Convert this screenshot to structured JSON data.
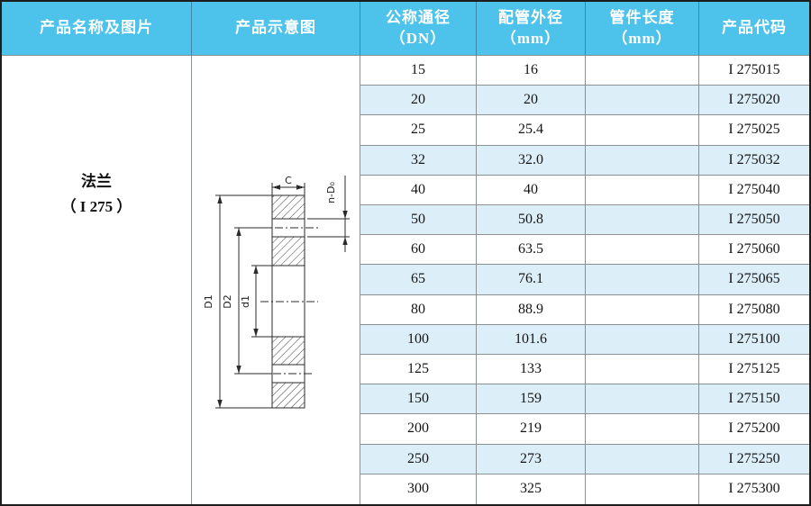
{
  "header": {
    "cols": [
      {
        "line1": "产品名称及图片"
      },
      {
        "line1": "产品示意图"
      },
      {
        "line1": "公称通径",
        "line2": "（DN）"
      },
      {
        "line1": "配管外径",
        "line2": "（mm）"
      },
      {
        "line1": "管件长度",
        "line2": "（mm）"
      },
      {
        "line1": "产品代码"
      }
    ]
  },
  "product": {
    "name": "法兰",
    "code_label": "（ I 275 ）"
  },
  "drawing": {
    "labels": {
      "c": "C",
      "n_d0": "n-D₀",
      "D1": "D1",
      "D2": "D2",
      "d1": "d1"
    }
  },
  "table": {
    "rows": [
      {
        "dn": "15",
        "od": "16",
        "len": "",
        "code": "I 275015"
      },
      {
        "dn": "20",
        "od": "20",
        "len": "",
        "code": "I 275020"
      },
      {
        "dn": "25",
        "od": "25.4",
        "len": "",
        "code": "I 275025"
      },
      {
        "dn": "32",
        "od": "32.0",
        "len": "",
        "code": "I 275032"
      },
      {
        "dn": "40",
        "od": "40",
        "len": "",
        "code": "I 275040"
      },
      {
        "dn": "50",
        "od": "50.8",
        "len": "",
        "code": "I 275050"
      },
      {
        "dn": "60",
        "od": "63.5",
        "len": "",
        "code": "I 275060"
      },
      {
        "dn": "65",
        "od": "76.1",
        "len": "",
        "code": "I 275065"
      },
      {
        "dn": "80",
        "od": "88.9",
        "len": "",
        "code": "I 275080"
      },
      {
        "dn": "100",
        "od": "101.6",
        "len": "",
        "code": "I 275100"
      },
      {
        "dn": "125",
        "od": "133",
        "len": "",
        "code": "I 275125"
      },
      {
        "dn": "150",
        "od": "159",
        "len": "",
        "code": "I 275150"
      },
      {
        "dn": "200",
        "od": "219",
        "len": "",
        "code": "I 275200"
      },
      {
        "dn": "250",
        "od": "273",
        "len": "",
        "code": "I 275250"
      },
      {
        "dn": "300",
        "od": "325",
        "len": "",
        "code": "I 275300"
      }
    ]
  },
  "colors": {
    "header_bg": "#4dc3ec",
    "row_alt_bg": "#dceef8",
    "outer_border": "#1d1d1d",
    "grid_line": "#8b9094",
    "header_divider": "#3d86ac"
  }
}
